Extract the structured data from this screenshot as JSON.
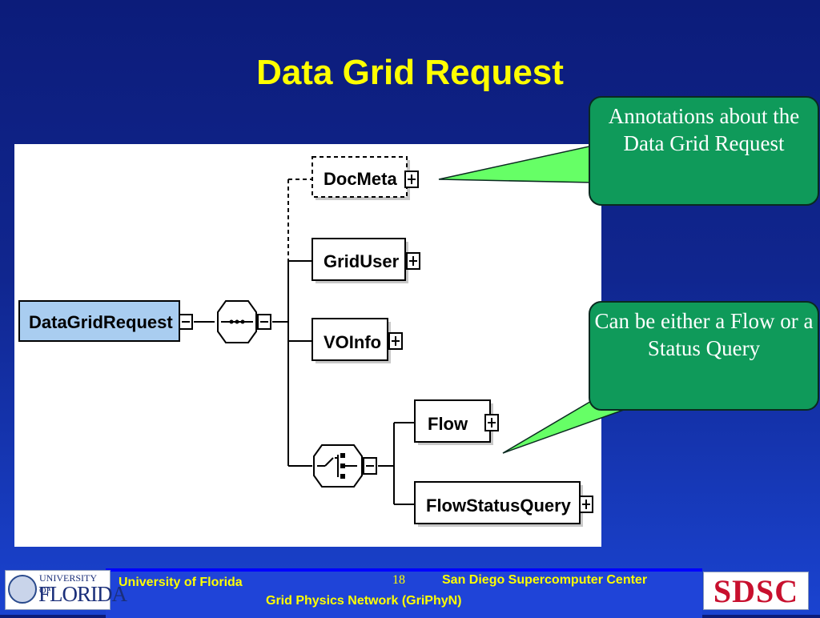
{
  "slide": {
    "title": "Data Grid Request",
    "page_number": "18"
  },
  "diagram": {
    "nodes": [
      {
        "id": "root",
        "label": "DataGridRequest",
        "style": "selected",
        "expander": "minus"
      },
      {
        "id": "docmeta",
        "label": "DocMeta",
        "style": "optional",
        "expander": "plus"
      },
      {
        "id": "griduser",
        "label": "GridUser",
        "style": "normal",
        "expander": "plus"
      },
      {
        "id": "voinfo",
        "label": "VOInfo",
        "style": "normal",
        "expander": "plus"
      },
      {
        "id": "flow",
        "label": "Flow",
        "style": "normal",
        "expander": "plus"
      },
      {
        "id": "flowstatusquery",
        "label": "FlowStatusQuery",
        "style": "normal",
        "expander": "plus"
      }
    ],
    "compositors": [
      {
        "id": "sequence",
        "kind": "sequence",
        "icon": "sequence-dots-icon"
      },
      {
        "id": "choice",
        "kind": "choice",
        "icon": "choice-switch-icon"
      }
    ],
    "edges": [
      [
        "root",
        "sequence"
      ],
      [
        "sequence",
        "docmeta"
      ],
      [
        "sequence",
        "griduser"
      ],
      [
        "sequence",
        "voinfo"
      ],
      [
        "sequence",
        "choice"
      ],
      [
        "choice",
        "flow"
      ],
      [
        "choice",
        "flowstatusquery"
      ]
    ]
  },
  "callouts": {
    "annotations": "Annotations about the Data Grid Request",
    "choice": "Can be either a Flow or a Status Query"
  },
  "footer": {
    "left_org": "University of Florida",
    "right_org": "San Diego Supercomputer Center",
    "project": "Grid Physics Network (GriPhyN)",
    "uf_logo_line1": "UNIVERSITY OF",
    "uf_logo_line2": "FLORIDA",
    "sdsc_logo": "SDSC"
  },
  "colors": {
    "title": "#ffff00",
    "callout_fill": "#0f9a5a",
    "pointer_fill": "#66ff66",
    "selected_node_fill": "#a9cdf0",
    "footer_text": "#ffff00"
  }
}
